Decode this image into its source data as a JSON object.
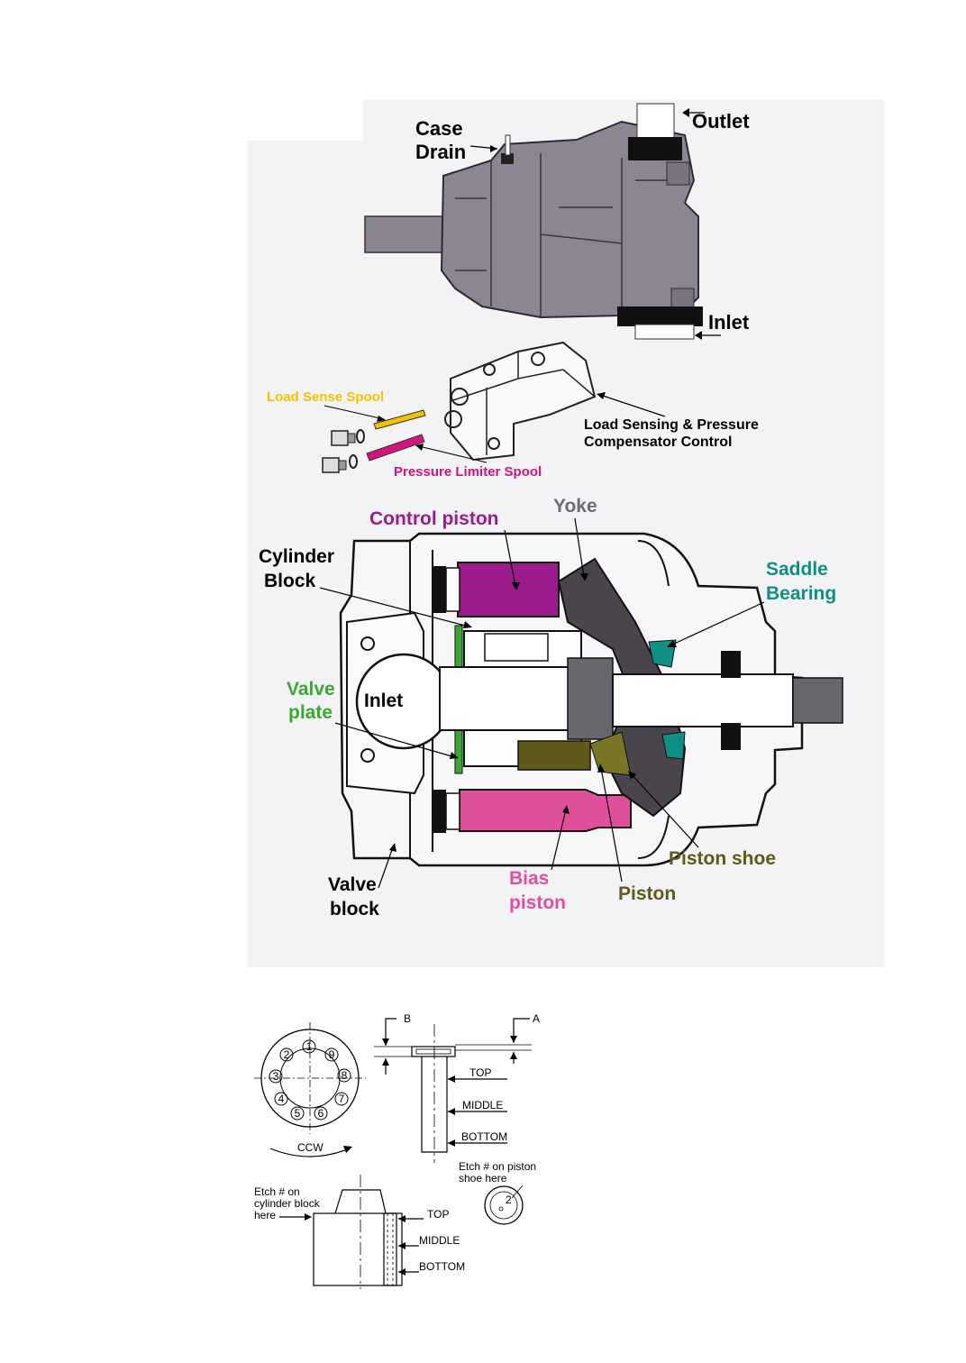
{
  "pump_exterior": {
    "case_drain": [
      "Case",
      "Drain"
    ],
    "outlet": "Outlet",
    "inlet": "Inlet"
  },
  "control_assembly": {
    "load_sense_spool": "Load Sense Spool",
    "pressure_limiter_spool": "Pressure Limiter Spool",
    "control": [
      "Load Sensing & Pressure",
      "Compensator Control"
    ]
  },
  "cutaway": {
    "control_piston": "Control piston",
    "yoke": "Yoke",
    "cylinder_block": [
      "Cylinder",
      "Block"
    ],
    "saddle_bearing": [
      "Saddle",
      "Bearing"
    ],
    "valve_plate": [
      "Valve",
      "plate"
    ],
    "inlet": "Inlet",
    "valve_block": [
      "Valve",
      "block"
    ],
    "bias_piston": [
      "Bias",
      "piston"
    ],
    "piston": "Piston",
    "piston_shoe": "Piston shoe"
  },
  "detail_drawings": {
    "bore_numbers": [
      "1",
      "2",
      "3",
      "4",
      "5",
      "6",
      "7",
      "8",
      "9"
    ],
    "rotation": "CCW",
    "dim_a": "A",
    "dim_b": "B",
    "piston_positions": [
      "TOP",
      "MIDDLE",
      "BOTTOM"
    ],
    "block_positions": [
      "TOP",
      "MIDDLE",
      "BOTTOM"
    ],
    "etch_block": [
      "Etch # on",
      "cylinder block",
      "here"
    ],
    "etch_shoe": [
      "Etch # on piston",
      "shoe here"
    ],
    "shoe_number": "2"
  },
  "colors": {
    "panel": "#f2f2f5",
    "housing": "#8c8593",
    "control_piston": "#9b1b8c",
    "yoke": "#4a454d",
    "saddle_bearing": "#0f8f86",
    "valve_plate": "#3aa832",
    "bias_piston": "#e0509a",
    "piston": "#5e5a1a",
    "load_sense_spool": "#f2c200",
    "pressure_limiter_spool": "#d4147c"
  }
}
